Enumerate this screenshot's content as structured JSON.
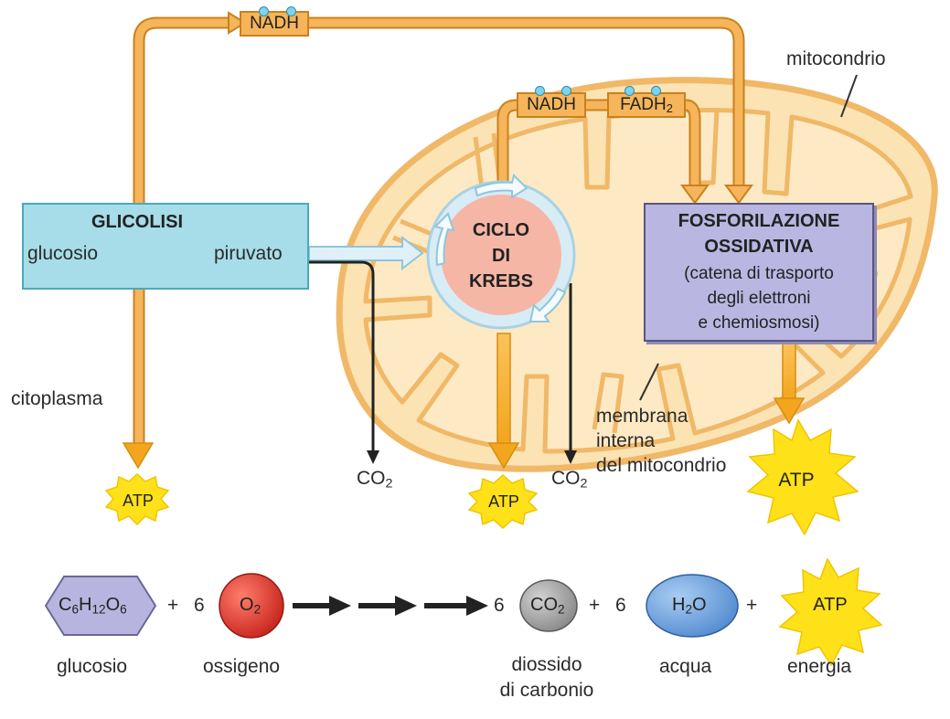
{
  "labels": {
    "mitocondrio": "mitocondrio",
    "citoplasma": "citoplasma",
    "membrana_line1": "membrana",
    "membrana_line2": "interna",
    "membrana_line3": "del mitocondrio"
  },
  "glicolisi": {
    "title": "GLICOLISI",
    "from": "glucosio",
    "to": "piruvato"
  },
  "krebs": {
    "line1": "CICLO",
    "line2": "DI",
    "line3": "KREBS"
  },
  "fosforilazione": {
    "title1": "FOSFORILAZIONE",
    "title2": "OSSIDATIVA",
    "sub1": "(catena di trasporto",
    "sub2": "degli elettroni",
    "sub3": "e chemiosmosi)"
  },
  "carriers": {
    "nadh_top": "NADH",
    "nadh_inner": "NADH",
    "fadh_main": "FADH",
    "fadh_sub": "2"
  },
  "products": {
    "atp": "ATP",
    "co2_main": "CO",
    "co2_sub": "2"
  },
  "equation": {
    "glucose_c": "C",
    "glucose_c_sub": "6",
    "glucose_h": "H",
    "glucose_h_sub": "12",
    "glucose_o": "O",
    "glucose_o_sub": "6",
    "plus": "+",
    "six": "6",
    "o2_main": "O",
    "o2_sub": "2",
    "co2_main": "CO",
    "co2_sub": "2",
    "h2o_h": "H",
    "h2o_sub": "2",
    "h2o_o": "O",
    "atp": "ATP",
    "glucosio": "glucosio",
    "ossigeno": "ossigeno",
    "diossido_line1": "diossido",
    "diossido_line2": "di carbonio",
    "acqua": "acqua",
    "energia": "energia"
  },
  "colors": {
    "mito_fill": "#fbe3b3",
    "mito_stroke": "#f0b867",
    "pathway": "#f6b55a",
    "glicolisi_box": "#a6dde8",
    "krebs_fill": "#f6b6a6",
    "krebs_ring": "#cfe7f2",
    "fosfo_box": "#b9b7e2",
    "atp_star": "#ffe11a",
    "oxygen": "#e0352b",
    "co2_gray": "#9c9c9c",
    "water": "#6ea6e0",
    "glucose_hex": "#b7b5e0"
  }
}
